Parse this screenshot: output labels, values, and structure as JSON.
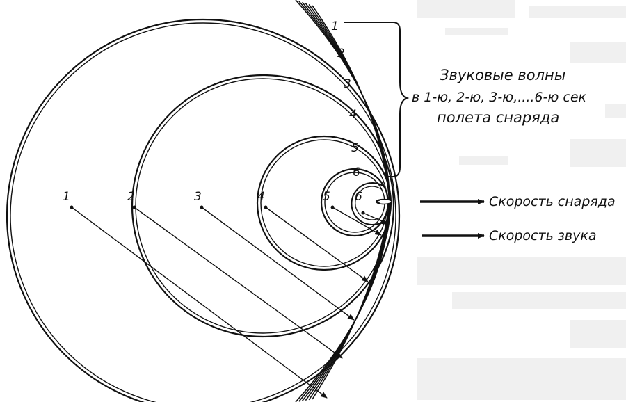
{
  "waves": [
    {
      "label": "1"
    },
    {
      "label": "2"
    },
    {
      "label": "3"
    },
    {
      "label": "4"
    },
    {
      "label": "5"
    },
    {
      "label": "6"
    }
  ],
  "emission_points": [
    {
      "label": "1"
    },
    {
      "label": "2"
    },
    {
      "label": "3"
    },
    {
      "label": "4"
    },
    {
      "label": "5"
    },
    {
      "label": "6"
    }
  ],
  "caption": {
    "line1": "Звуковые волны",
    "line2": "в 1-ю, 2-ю, 3-ю,....6-ю сек",
    "line3": "полета снаряда"
  },
  "legend": {
    "projectile_speed": "Скорость снаряда",
    "sound_speed": "Скорость звука"
  },
  "colors": {
    "ink": "#111111",
    "paper": "#ffffff",
    "shade": "#e4e4e4"
  }
}
